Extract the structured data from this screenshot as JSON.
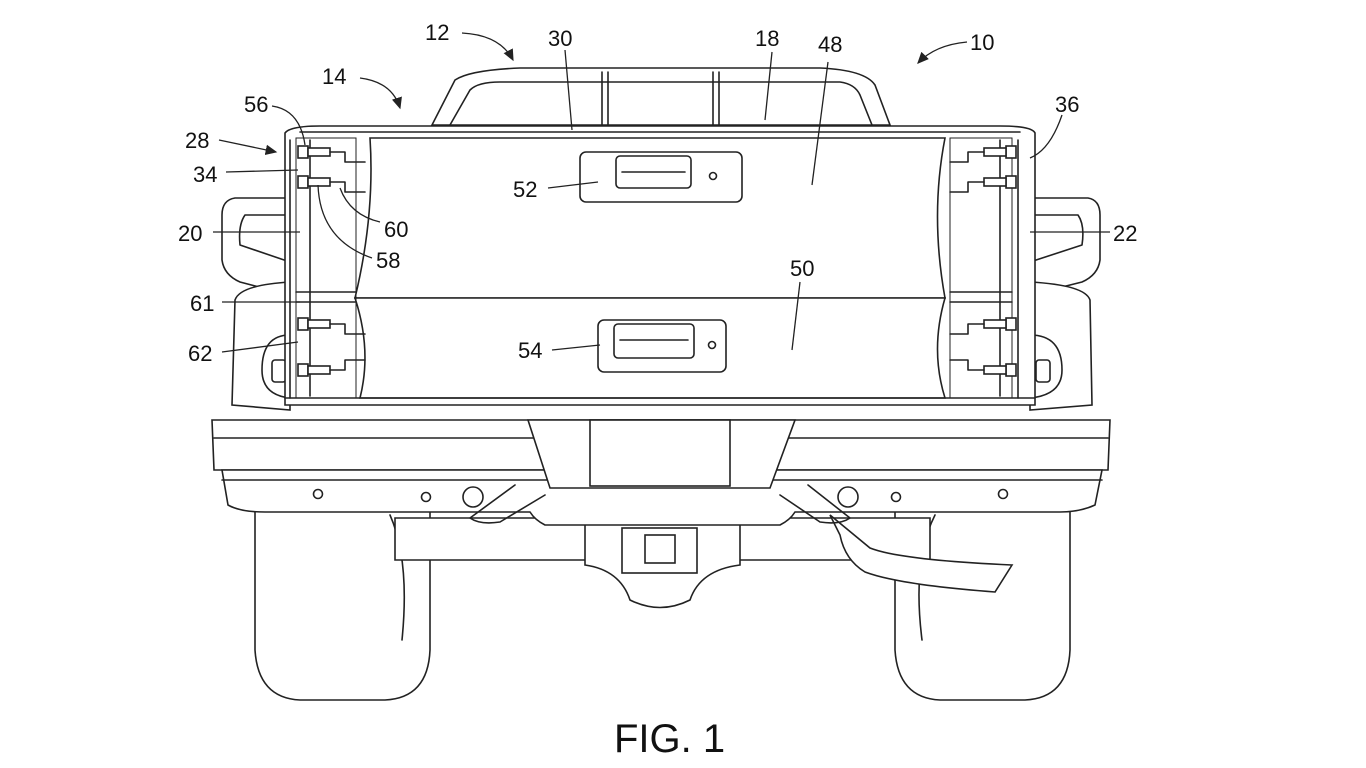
{
  "figure": {
    "caption": "FIG. 1",
    "reference_numerals": {
      "r10": "10",
      "r12": "12",
      "r14": "14",
      "r18": "18",
      "r20": "20",
      "r22": "22",
      "r28": "28",
      "r30": "30",
      "r34": "34",
      "r36": "36",
      "r48": "48",
      "r50": "50",
      "r52": "52",
      "r54": "54",
      "r56": "56",
      "r58": "58",
      "r60": "60",
      "r61": "61",
      "r62": "62"
    }
  }
}
